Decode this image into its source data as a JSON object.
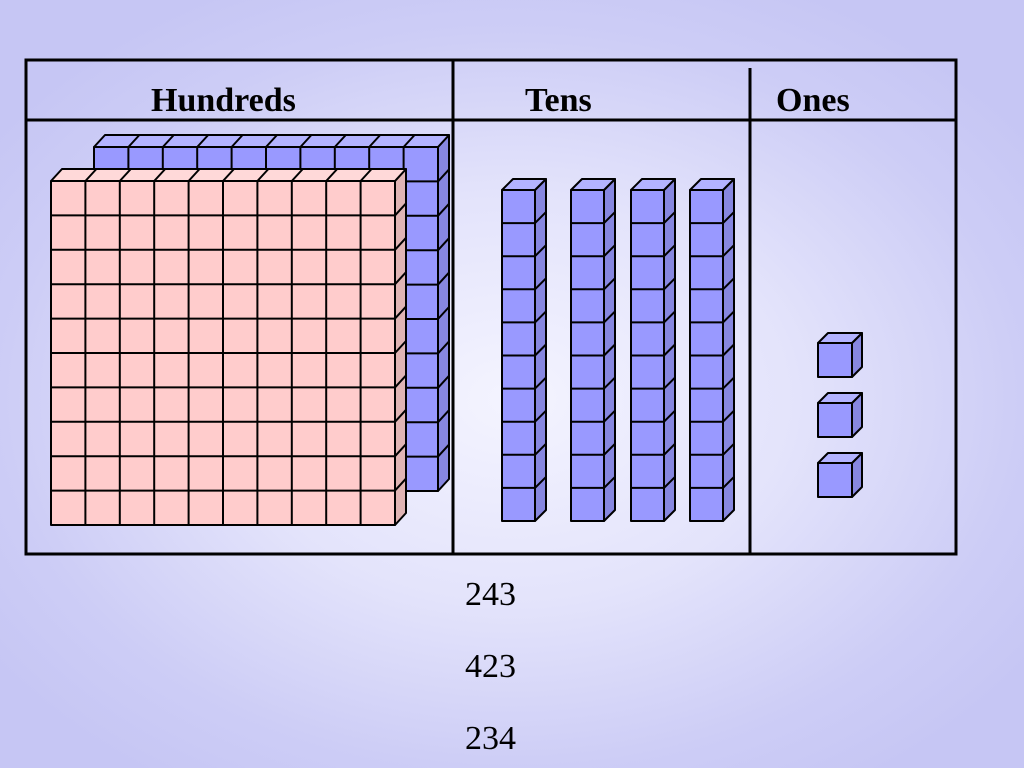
{
  "table": {
    "headers": [
      "Hundreds",
      "Tens",
      "Ones"
    ]
  },
  "blocks": {
    "hundreds": 2,
    "tens": 4,
    "ones": 3
  },
  "colors": {
    "hundred_back": "#9999ff",
    "hundred_front": "#ffcccc",
    "ten_rod": "#9999ff",
    "one_cube": "#9999ff",
    "outline": "#000000"
  },
  "choices": [
    "243",
    "423",
    "234"
  ]
}
